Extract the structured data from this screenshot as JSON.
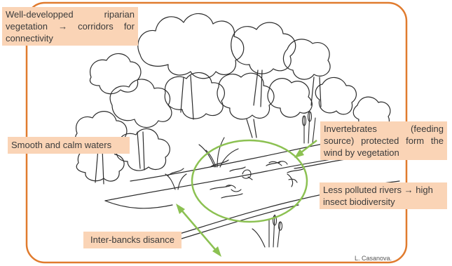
{
  "labels": {
    "riparian": "Well-developped riparian vegetation → corridors for connectivity",
    "calm": "Smooth and calm waters",
    "invertebrates": "Invertebrates (feeding source) protected form the wind by vegetation",
    "polluted": "Less polluted rivers → high insect biodiversity",
    "inter_banks": "Inter-bancks disance"
  },
  "credit": "L. Casanova.",
  "colors": {
    "frame": "#e07b2e",
    "label_background": "#fad4b6",
    "highlight": "#8cc152",
    "ink": "#2b2b2b"
  },
  "icons": [
    "tree-icon",
    "reed-icon",
    "bird-icon"
  ]
}
